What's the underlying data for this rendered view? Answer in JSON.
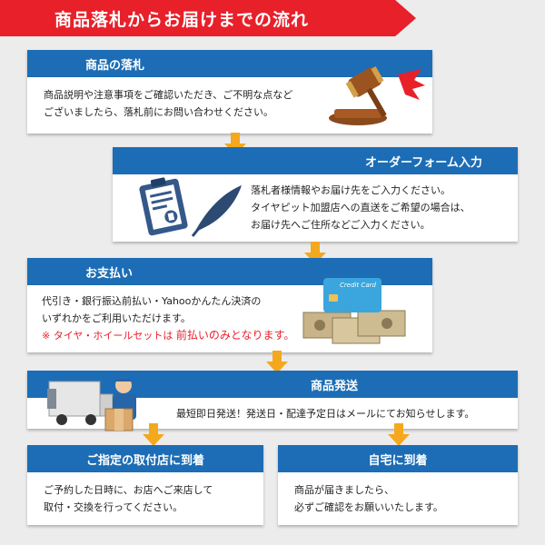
{
  "banner": {
    "title": "商品落札からお届けまでの流れ"
  },
  "step1": {
    "title": "商品の落札",
    "lines": [
      "商品説明や注意事項をご確認いただき、ご不明な点など",
      "ございましたら、落札前にお問い合わせください。"
    ]
  },
  "step2": {
    "title": "オーダーフォーム入力",
    "lines": [
      "落札者様情報やお届け先をご入力ください。",
      "タイヤピット加盟店への直送をご希望の場合は、",
      "お届け先へご住所などご入力ください。"
    ]
  },
  "step3": {
    "title": "お支払い",
    "lines": [
      "代引き・銀行振込前払い・Yahooかんたん決済の",
      "いずれかをご利用いただけます。"
    ],
    "note_prefix": "※ タイヤ・ホイールセットは",
    "note_emphasis": "前払いのみとなります。",
    "card_label": "Credit Card"
  },
  "step4": {
    "title": "商品発送",
    "lines": [
      "最短即日発送！発送日・配達予定日はメールにてお知らせします。"
    ]
  },
  "step5a": {
    "title": "ご指定の取付店に到着",
    "lines": [
      "ご予約した日時に、お店へご来店して",
      "取付・交換を行ってください。"
    ]
  },
  "step5b": {
    "title": "自宅に到着",
    "lines": [
      "商品が届きましたら、",
      "必ずご確認をお願いいたします。"
    ]
  },
  "colors": {
    "accent_red": "#e8202a",
    "header_blue": "#1c6db5",
    "arrow_orange": "#f4a81d"
  }
}
